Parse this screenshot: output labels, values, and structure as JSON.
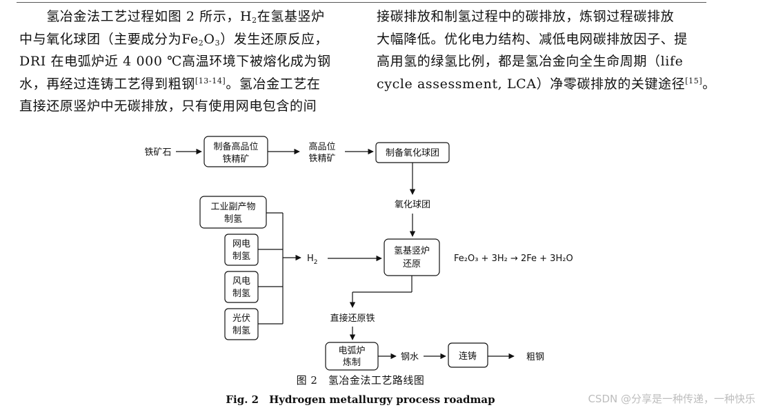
{
  "paper": {
    "left_column": [
      "　　氢冶金法工艺过程如图 2 所示，",
      "中与氧化球团（主要成分为",
      "DRI 在电弧炉近 4 000 ℃高温环境下被熔化成为钢",
      "水，再经过连铸工艺得到粗钢",
      "直接还原竖炉中无碳排放，只有使用网电包含的间"
    ],
    "h2_H": "H",
    "h2_sub": "2",
    "left_l1_tail": "在氢基竖炉",
    "fe2o3_fe": "Fe",
    "fe2o3_2": "2",
    "fe2o3_o": "O",
    "fe2o3_3": "3",
    "left_l2_tail": "）发生还原反应，",
    "ref1": "[13-14]",
    "left_l4_tail": "。氢冶金工艺在",
    "right_column": [
      "接碳排放和制氢过程中的碳排放，炼钢过程碳排放",
      "大幅降低。优化电力结构、减低电网碳排放因子、提",
      "高用氢的绿氢比例，都是氢冶金向全生命周期（life",
      "cycle assessment, LCA）净零碳排放的关键途径"
    ],
    "ref2": "[15]",
    "right_l4_tail": "。"
  },
  "diagram": {
    "iron_ore": "铁矿石",
    "box_prep_concentrate": [
      "制备高品位",
      "铁精矿"
    ],
    "high_grade_concentrate": [
      "高品位",
      "铁精矿"
    ],
    "box_prep_pellet": "制备氧化球团",
    "oxidized_pellet": "氧化球团",
    "box_industrial_h2": [
      "工业副产物",
      "制氢"
    ],
    "box_grid_h2": [
      "网电",
      "制氢"
    ],
    "box_wind_h2": [
      "风电",
      "制氢"
    ],
    "box_pv_h2": [
      "光伏",
      "制氢"
    ],
    "h2_label": "H",
    "h2_label_sub": "2",
    "box_shaft_furnace": [
      "氢基竖炉",
      "还原"
    ],
    "reaction": "Fe₂O₃ + 3H₂ → 2Fe + 3H₂O",
    "dri": "直接还原铁",
    "box_eaf": [
      "电弧炉",
      "炼制"
    ],
    "molten_steel": "钢水",
    "box_casting": "连铸",
    "crude_steel": "粗钢"
  },
  "caption": {
    "cn": "图 2　氢冶金法工艺路线图",
    "en": "Fig. 2　Hydrogen metallurgy process roadmap"
  },
  "watermark": "CSDN @分享是一种传递，一种快乐"
}
